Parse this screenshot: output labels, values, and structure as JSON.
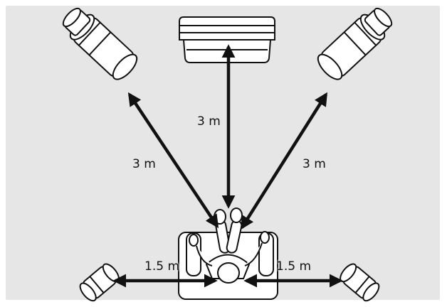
{
  "labels": {
    "center_distance": "3 m",
    "left_front_distance": "3 m",
    "right_front_distance": "3 m",
    "left_side_distance": "1.5 m",
    "right_side_distance": "1.5 m"
  },
  "colors": {
    "background": "#e6e6e6",
    "ink": "#111111",
    "speaker_fill": "#ffffff"
  }
}
